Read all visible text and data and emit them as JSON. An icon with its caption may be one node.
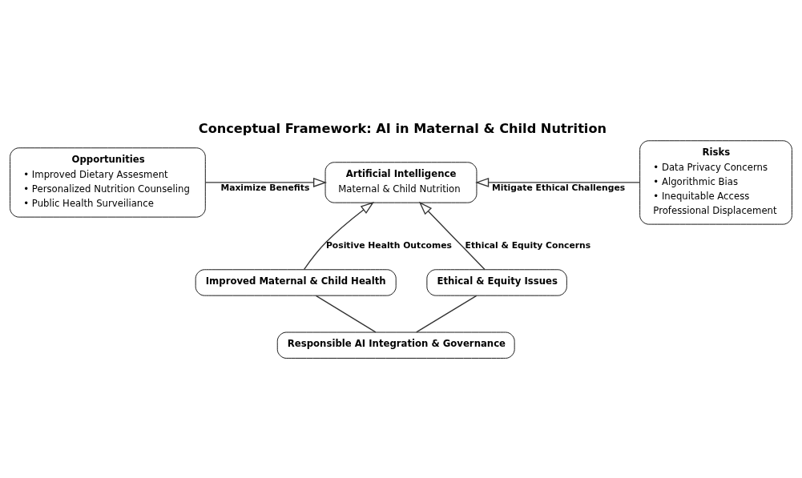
{
  "diagram": {
    "title": "Conceptual Framework: AI in Maternal & Child Nutrition",
    "nodes": [
      {
        "text": [
          "Opportunities",
          "• Improved Dietary Assesment",
          "• Personalized Nutrition Counseling",
          "• Public Health Surveiliance"
        ]
      },
      {
        "text": [
          "Artificial Intelligence",
          "Maternal & Child Nutrition"
        ]
      },
      {
        "text": [
          "Risks",
          "• Data Privacy Concerns",
          "• Algorithmic Bias",
          "• Inequitable Access",
          "Professional Displacement"
        ]
      },
      {
        "text": [
          "Improved Maternal & Child Health"
        ]
      },
      {
        "text": [
          "Ethical & Equity Issues"
        ]
      },
      {
        "text": [
          "Responsible AI Integration & Governance"
        ]
      }
    ],
    "edges": [
      {
        "from": 0,
        "to": 1,
        "arrow": "to",
        "label": "Maximize Benefits"
      },
      {
        "from": 2,
        "to": 1,
        "arrow": "to",
        "label": "Mitigate Ethical Challenges"
      },
      {
        "from": 3,
        "to": 1,
        "arrow": "to",
        "label": "Positive Health Outcomes"
      },
      {
        "from": 4,
        "to": 1,
        "arrow": "to",
        "label": "Ethical & Equity Concerns"
      },
      {
        "from": 5,
        "to": 3,
        "arrow": "none"
      },
      {
        "from": 5,
        "to": 4,
        "arrow": "none"
      }
    ]
  }
}
